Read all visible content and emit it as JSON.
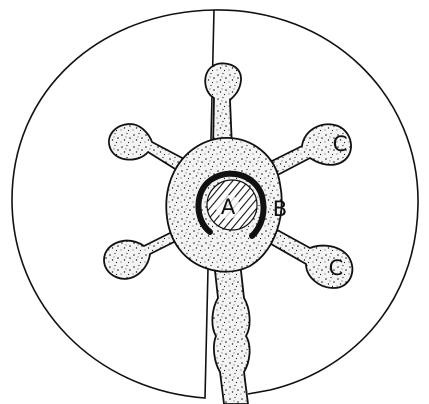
{
  "colors": {
    "background": "#ffffff",
    "ink": "#111111",
    "body_fill": "#f4f4f4",
    "stipple": "#1a1a1a"
  },
  "labels": {
    "core": "A",
    "body": "B",
    "branch_upper_right": "C",
    "branch_lower_right": "C"
  },
  "icons": {
    "core_ring": "horseshoe-ring",
    "core_hatching": "diagonal-hatch"
  }
}
